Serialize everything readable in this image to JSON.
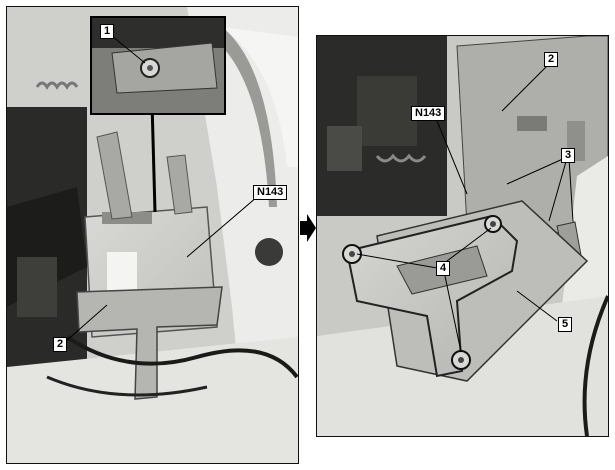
{
  "left_photo": {
    "callouts": {
      "inset_1": "1",
      "n143": "N143",
      "bracket_2": "2"
    }
  },
  "right_photo": {
    "callouts": {
      "bracket_2": "2",
      "n143": "N143",
      "clips_3": "3",
      "nuts_4": "4",
      "plate_5": "5"
    }
  }
}
